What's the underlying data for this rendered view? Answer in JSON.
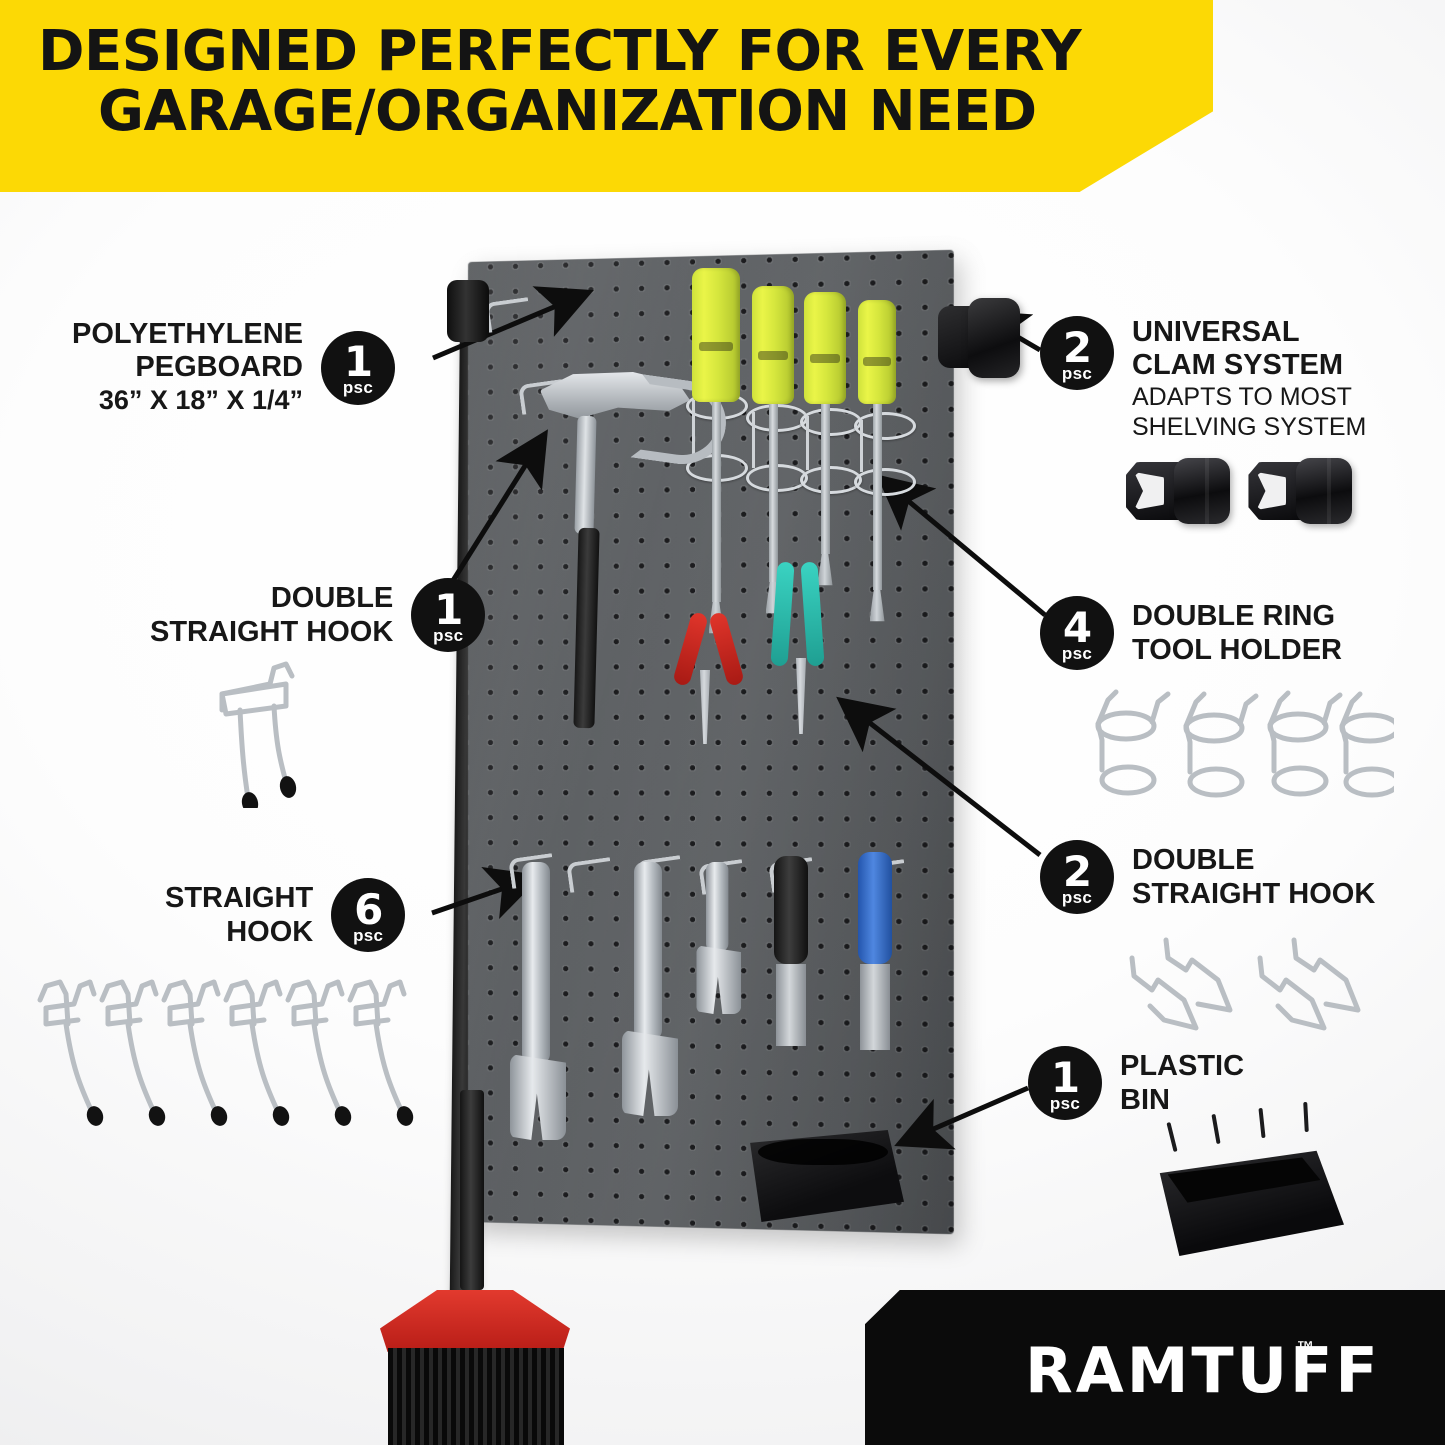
{
  "header": {
    "line1": "DESIGNED PERFECTLY FOR EVERY",
    "line2": "GARAGE/ORGANIZATION NEED",
    "background_color": "#fcd905",
    "text_color": "#141414"
  },
  "brand": {
    "name": "RAMTUFF",
    "trademark": "™",
    "box_color": "#0b0b0b"
  },
  "callouts": [
    {
      "id": "pegboard",
      "side": "left",
      "count": "1",
      "unit": "psc",
      "title_lines": [
        "POLYETHYLENE",
        "PEGBOARD"
      ],
      "dimension": "36” X 18” X 1/4”"
    },
    {
      "id": "double-straight-hook-left",
      "side": "left",
      "count": "1",
      "unit": "psc",
      "title_lines": [
        "DOUBLE",
        "STRAIGHT HOOK"
      ]
    },
    {
      "id": "straight-hook",
      "side": "left",
      "count": "6",
      "unit": "psc",
      "title_lines": [
        "STRAIGHT",
        "HOOK"
      ]
    },
    {
      "id": "universal-clam-system",
      "side": "right",
      "count": "2",
      "unit": "psc",
      "title_lines": [
        "UNIVERSAL",
        "CLAM SYSTEM"
      ],
      "subtitle_lines": [
        "ADAPTS TO MOST",
        "SHELVING SYSTEM"
      ]
    },
    {
      "id": "double-ring-tool-holder",
      "side": "right",
      "count": "4",
      "unit": "psc",
      "title_lines": [
        "DOUBLE RING",
        "TOOL HOLDER"
      ]
    },
    {
      "id": "double-straight-hook-right",
      "side": "right",
      "count": "2",
      "unit": "psc",
      "title_lines": [
        "DOUBLE",
        "STRAIGHT HOOK"
      ]
    },
    {
      "id": "plastic-bin",
      "side": "right",
      "count": "1",
      "unit": "psc",
      "title_lines": [
        "PLASTIC",
        "BIN"
      ]
    }
  ],
  "colors": {
    "accent_yellow": "#fcd905",
    "badge_black": "#111111",
    "pegboard_gray": "#5d6063",
    "screwdriver_handle": "#e3f03f",
    "pliers_red": "#d32b22",
    "pliers_teal": "#2fc3b4",
    "scraper_blue": "#2f6fd0",
    "broom_red": "#d9281d",
    "metal_silver": "#c9cdd1"
  },
  "scene": {
    "description": "Gray polyethylene pegboard mounted on a black upright post with assorted tools hung on metal hooks, a black plastic bin at lower right of the board, and a red-and-black broom leaning at bottom.",
    "tools_on_board": [
      "screwdriver",
      "screwdriver",
      "screwdriver",
      "screwdriver",
      "claw-hammer",
      "needle-nose-pliers",
      "combination-pliers",
      "adjustable-wrench",
      "adjustable-wrench",
      "adjustable-wrench",
      "putty-scraper",
      "putty-scraper",
      "plastic-bin"
    ],
    "screwdriver_count": 4,
    "wrench_count": 3,
    "scraper_count": 2,
    "pliers_count": 2
  },
  "product_swatches": {
    "double_straight_hook_left_qty": 1,
    "straight_hook_qty": 6,
    "clam_system_qty": 2,
    "double_ring_tool_holder_qty": 4,
    "double_straight_hook_right_qty": 2,
    "plastic_bin_qty": 1
  }
}
